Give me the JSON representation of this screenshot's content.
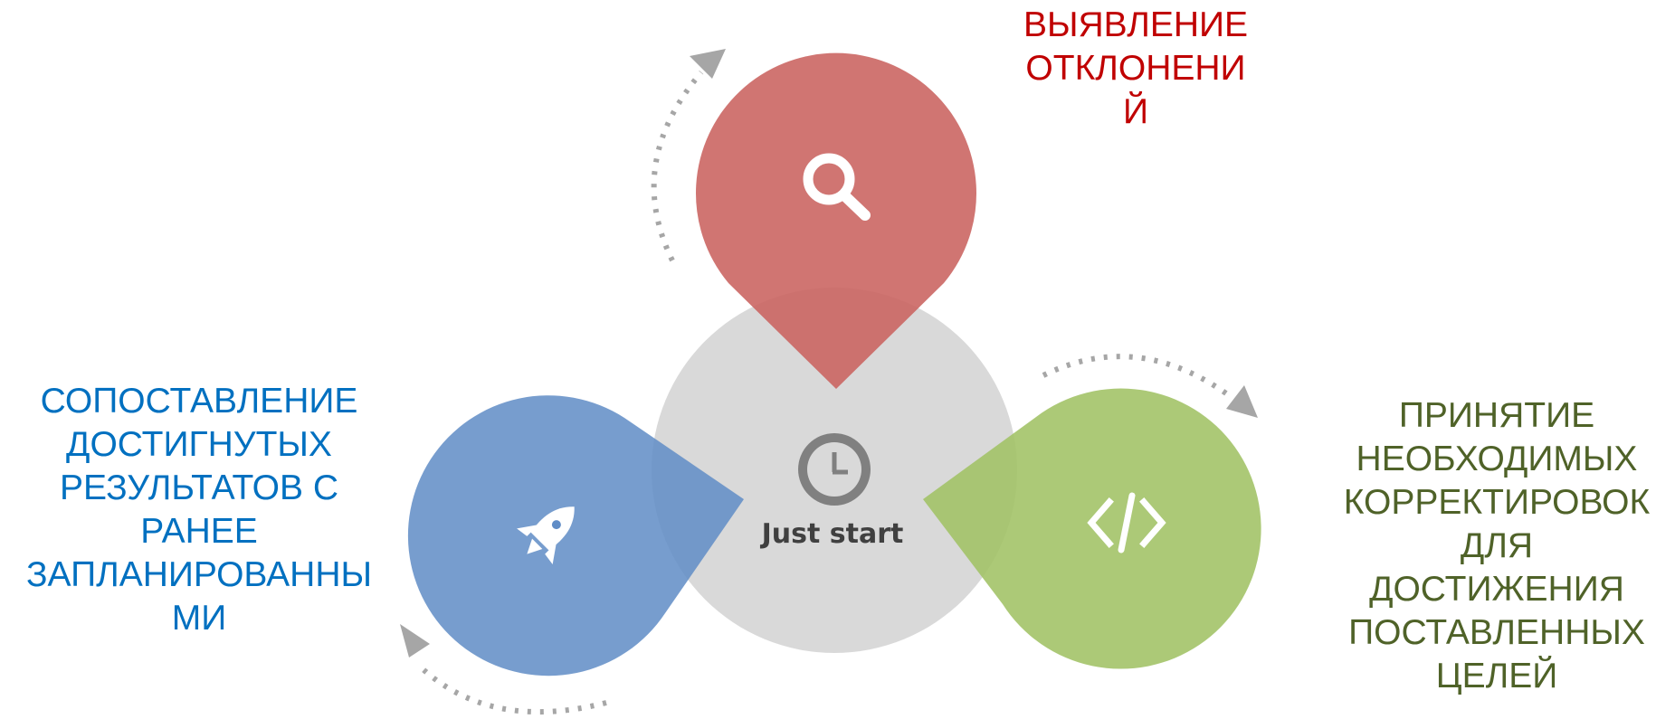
{
  "center": {
    "caption": "Just start",
    "icon": "clock-icon"
  },
  "steps": [
    {
      "id": "detect",
      "label": "ВЫЯВЛЕНИЕ\nОТКЛОНЕНИ\nЙ",
      "icon": "search-icon",
      "color": "#c9625f",
      "text_color": "#c00000"
    },
    {
      "id": "compare",
      "label": "СОПОСТАВЛЕНИЕ\nДОСТИГНУТЫХ\nРЕЗУЛЬТАТОВ С\nРАНЕЕ\nЗАПЛАНИРОВАННЫ\nМИ",
      "icon": "rocket-icon",
      "color": "#5f8cc6",
      "text_color": "#0070c0"
    },
    {
      "id": "correct",
      "label": "ПРИНЯТИЕ\nНЕОБХОДИМЫХ\nКОРРЕКТИРОВОК\nДЛЯ\nДОСТИЖЕНИЯ\nПОСТАВЛЕННЫХ\nЦЕЛЕЙ",
      "icon": "code-icon",
      "color": "#a1c164",
      "text_color": "#4f6228"
    }
  ],
  "colors": {
    "center_circle": "#d9d9d9",
    "clock": "#808080",
    "arrows": "#a6a6a6"
  }
}
